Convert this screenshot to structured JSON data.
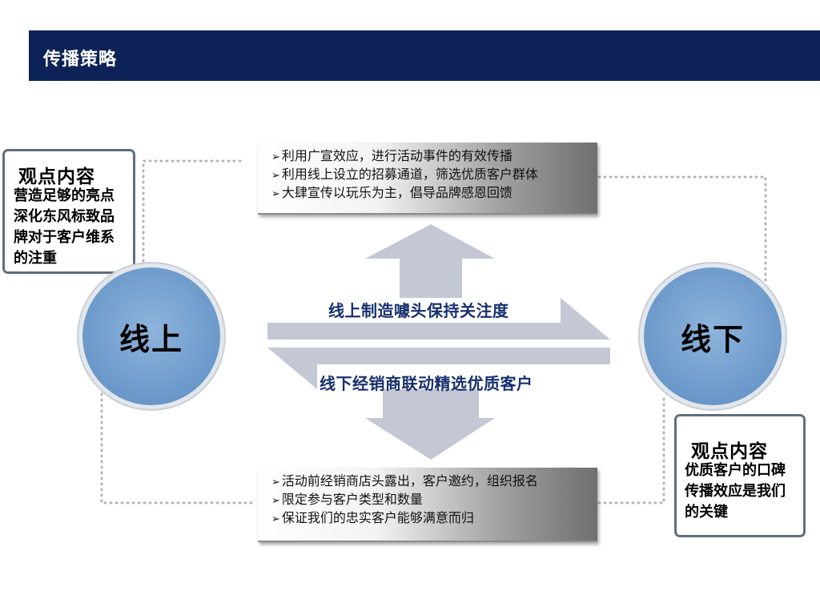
{
  "header": {
    "title": "传播策略"
  },
  "left_note": {
    "title": "观点内容",
    "body": "营造足够的亮点深化东风标致品牌对于客户维系的注重"
  },
  "right_note": {
    "title": "观点内容",
    "body": "优质客户的口碑传播效应是我们的关键"
  },
  "left_circle": {
    "label": "线上"
  },
  "right_circle": {
    "label": "线下"
  },
  "top_box": {
    "items": [
      "利用广宣效应，进行活动事件的有效传播",
      "利用线上设立的招募通道，筛选优质客户群体",
      "大肆宣传以玩乐为主，倡导品牌感恩回馈"
    ]
  },
  "bottom_box": {
    "items": [
      "活动前经销商店头露出，客户邀约，组织报名",
      "限定参与客户类型和数量",
      "保证我们的忠实客户能够满意而归"
    ]
  },
  "arrows": {
    "online_label": "线上制造噱头保持关注度",
    "offline_label": "线下经销商联动精选优质客户"
  },
  "colors": {
    "header_bg": "#0d2257",
    "circle_fill": "#6f9ccc",
    "arrow_fill": "#c3c7d3",
    "label_text": "#17306e"
  },
  "icons": {
    "bullet": "➢"
  }
}
